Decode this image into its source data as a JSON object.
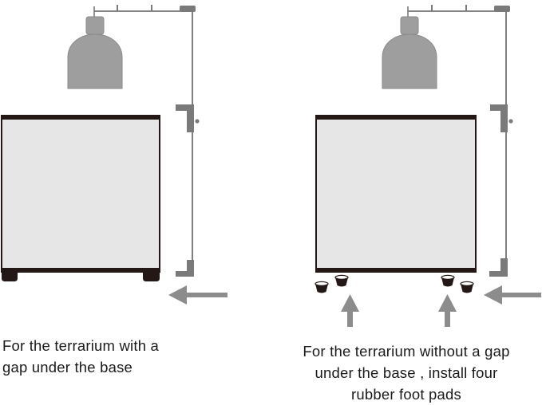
{
  "colors": {
    "tank_face": "#e6e6e6",
    "tank_frame": "#231815",
    "lamp": "#9e9e9e",
    "arrow": "#8c8c8c",
    "stand": "#6e6e6e",
    "text": "#1a1a1a"
  },
  "captions": {
    "left": {
      "lines": [
        "For the terrarium with a",
        "gap under the base"
      ]
    },
    "right": {
      "lines": [
        "For the terrarium without a gap",
        "under the base , install four",
        "rubber foot pads"
      ]
    }
  }
}
